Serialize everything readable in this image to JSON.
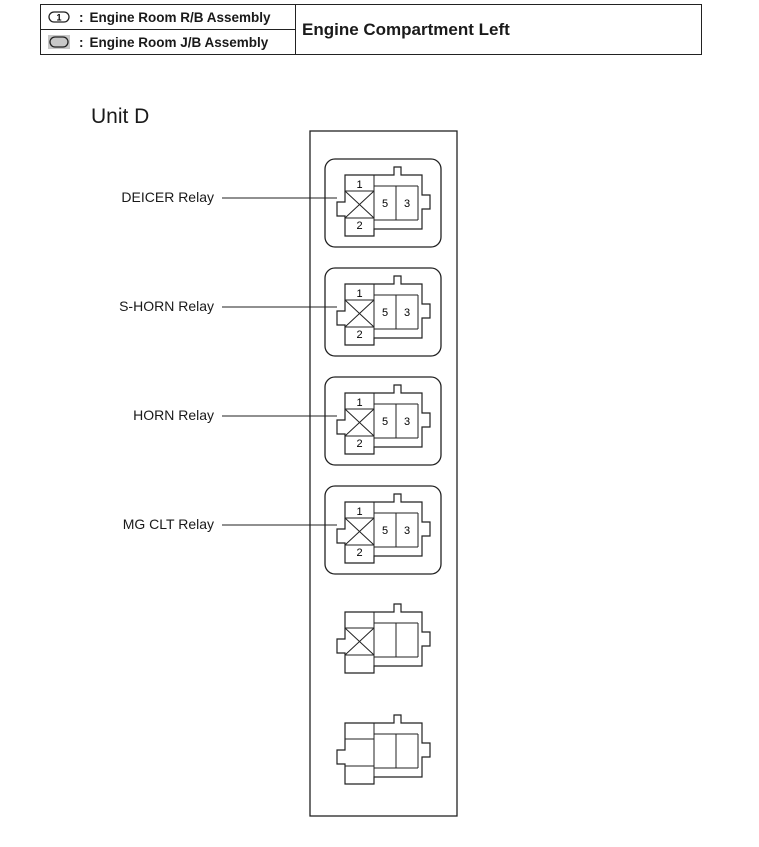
{
  "legend": {
    "rb_symbol": "1",
    "rb_label": "Engine Room R/B Assembly",
    "jb_label": "Engine Room J/B Assembly",
    "separator": ":",
    "location": "Engine Compartment Left"
  },
  "unit_title": "Unit D",
  "relays": [
    {
      "label": "DEICER Relay",
      "pins": [
        "1",
        "2",
        "5",
        "3"
      ]
    },
    {
      "label": "S-HORN Relay",
      "pins": [
        "1",
        "2",
        "5",
        "3"
      ]
    },
    {
      "label": "HORN Relay",
      "pins": [
        "1",
        "2",
        "5",
        "3"
      ]
    },
    {
      "label": "MG CLT Relay",
      "pins": [
        "1",
        "2",
        "5",
        "3"
      ]
    }
  ]
}
